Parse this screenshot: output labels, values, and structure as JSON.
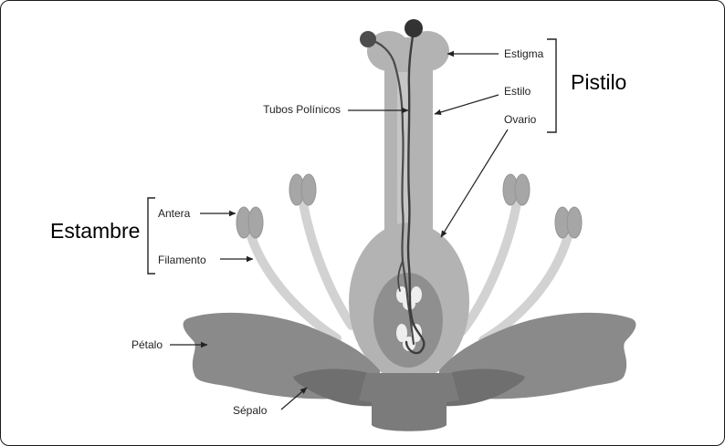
{
  "diagram": {
    "groups": {
      "pistilo": "Pistilo",
      "estambre": "Estambre"
    },
    "labels": {
      "estigma": "Estigma",
      "estilo": "Estilo",
      "ovario": "Ovario",
      "tubos_polinicos": "Tubos Polínicos",
      "antera": "Antera",
      "filamento": "Filamento",
      "petalo": "Pétalo",
      "sepalo": "Sépalo"
    }
  }
}
